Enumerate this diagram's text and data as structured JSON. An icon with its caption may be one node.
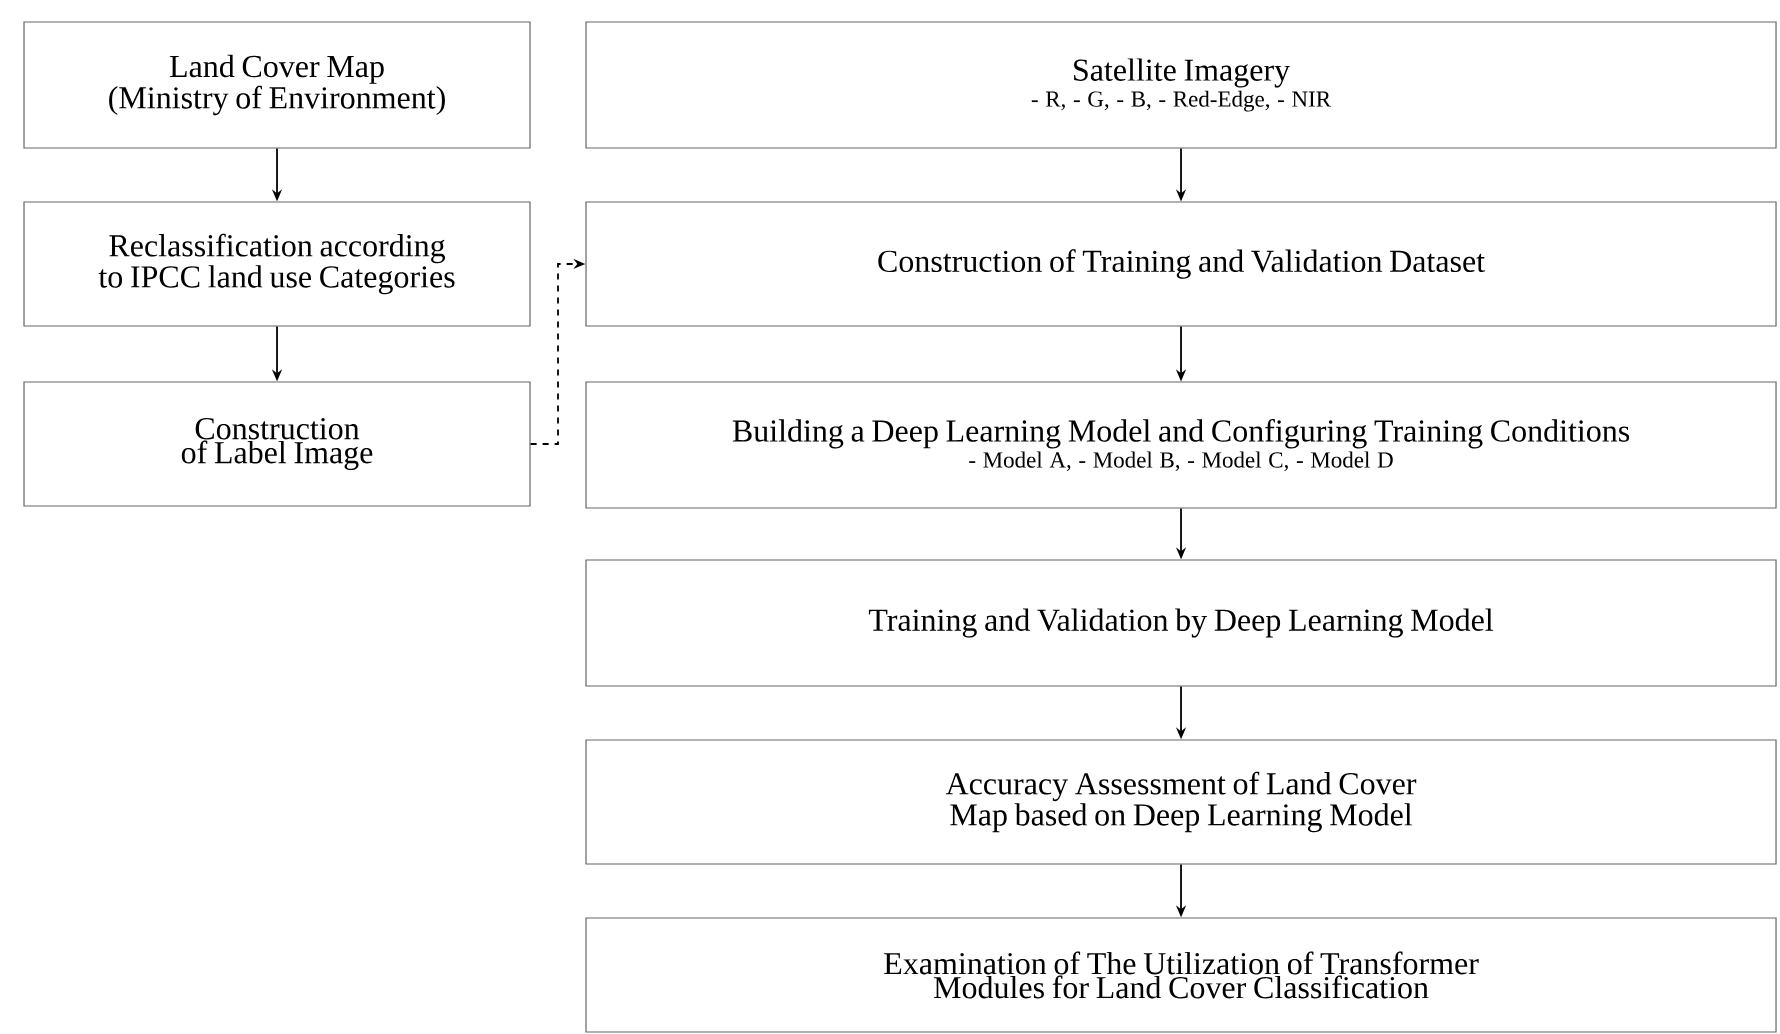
{
  "diagram": {
    "nodes": [
      {
        "text": [
          "Land Cover Map (Ministry of Environment)"
        ]
      },
      {
        "text": [
          "Reclassification according to IPCC land use Categories"
        ]
      },
      {
        "text": [
          "Construction of Label Image"
        ]
      },
      {
        "text": [
          "Satellite Imagery",
          "- R, - G, - B, - Red-Edge, - NIR"
        ]
      },
      {
        "text": [
          "Construction of Training and Validation Dataset"
        ]
      },
      {
        "text": [
          "Building a Deep Learning Model and Configuring Training Conditions",
          "- Model A, - Model B, - Model C, - Model D"
        ]
      },
      {
        "text": [
          "Training and Validation by Deep Learning Model"
        ]
      },
      {
        "text": [
          "Accuracy Assessment of Land Cover Map based on Deep Learning Model"
        ]
      },
      {
        "text": [
          "Examination of The Utilization of Transformer Modules for Land Cover Classification"
        ]
      }
    ],
    "edges": [
      {
        "from": 0,
        "to": 1,
        "arrow": "to"
      },
      {
        "from": 1,
        "to": 2,
        "arrow": "to"
      },
      {
        "from": 2,
        "to": 4,
        "arrow": "to",
        "style": "dashed"
      },
      {
        "from": 3,
        "to": 4,
        "arrow": "to"
      },
      {
        "from": 4,
        "to": 5,
        "arrow": "to"
      },
      {
        "from": 5,
        "to": 6,
        "arrow": "to"
      },
      {
        "from": 6,
        "to": 7,
        "arrow": "to"
      },
      {
        "from": 7,
        "to": 8,
        "arrow": "to"
      }
    ]
  }
}
